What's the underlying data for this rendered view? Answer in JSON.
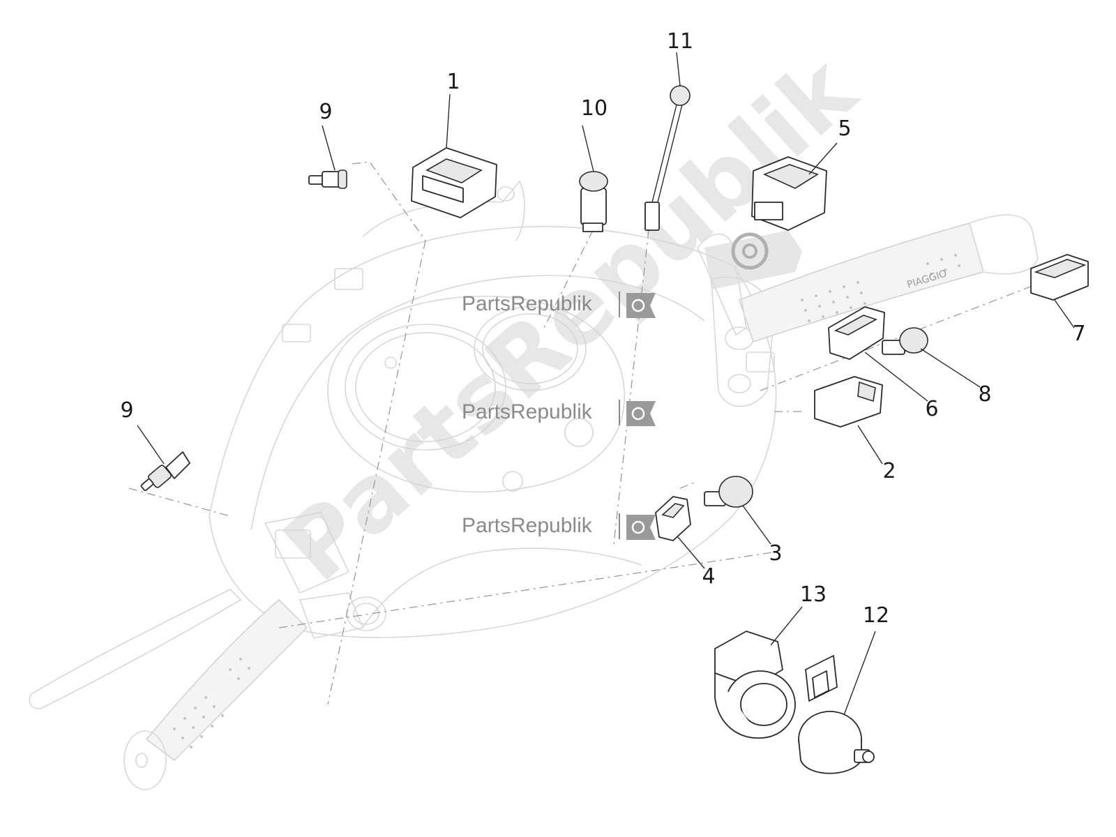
{
  "watermark": {
    "line_text": "PartsRepublik",
    "big_text": "PartsRepublik"
  },
  "brand_marking": "PIAGGIO",
  "callouts": [
    "1",
    "2",
    "3",
    "4",
    "5",
    "6",
    "7",
    "8",
    "9",
    "9",
    "10",
    "11",
    "12",
    "13"
  ]
}
